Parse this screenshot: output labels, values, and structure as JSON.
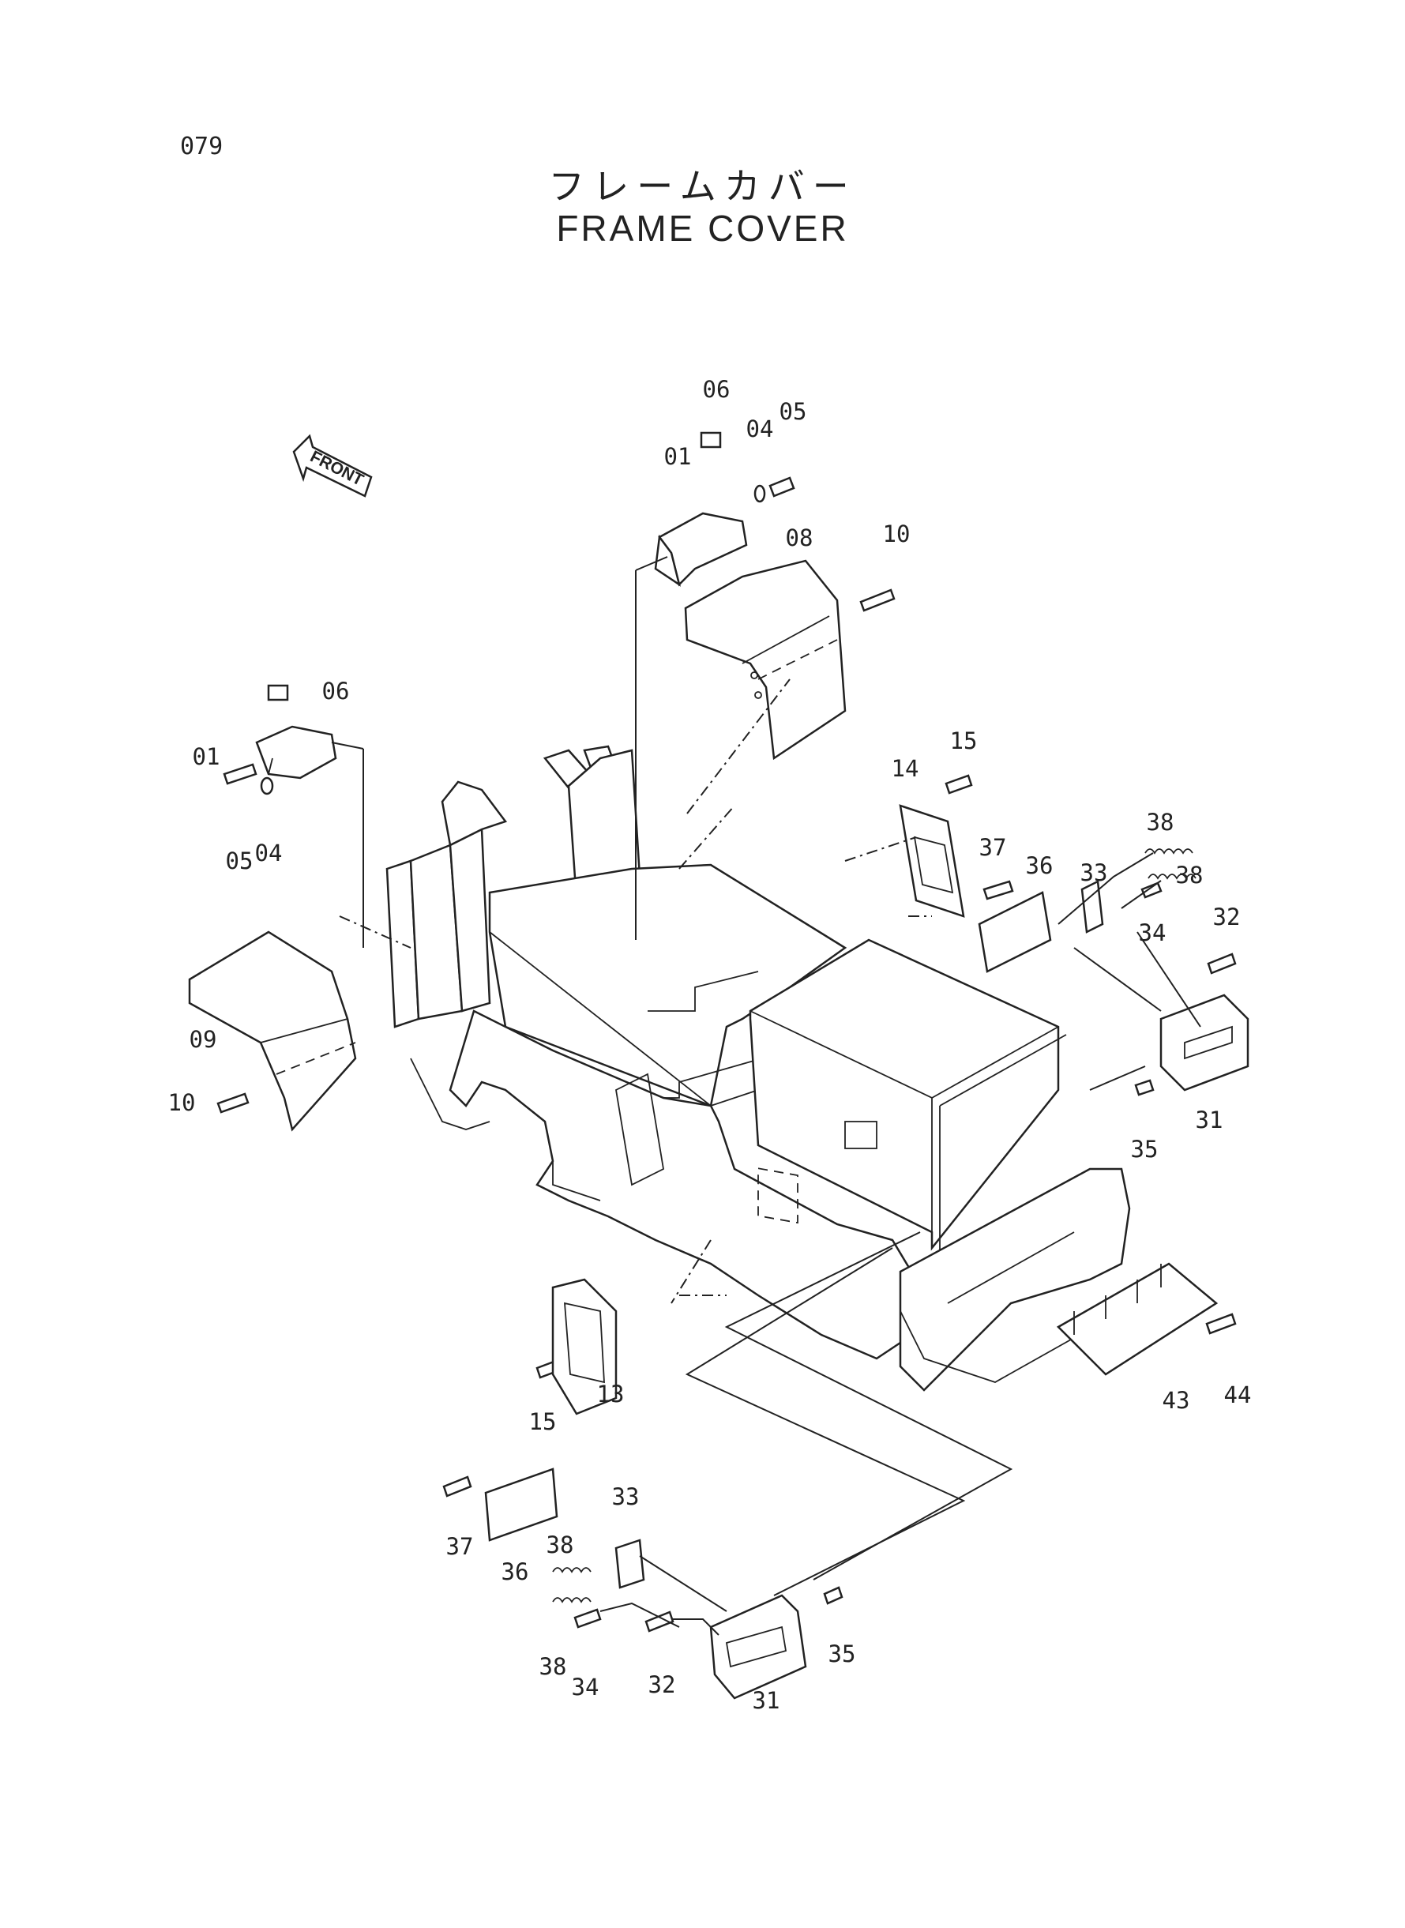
{
  "header": {
    "page_number": "079",
    "title_jp": "フレームカバー",
    "title_en": "FRAME COVER"
  },
  "front_marker": {
    "label": "FRONT"
  },
  "callouts": [
    {
      "id": "c-06-top",
      "label": "06"
    },
    {
      "id": "c-04-top",
      "label": "04"
    },
    {
      "id": "c-05-top",
      "label": "05"
    },
    {
      "id": "c-01-top",
      "label": "01"
    },
    {
      "id": "c-08",
      "label": "08"
    },
    {
      "id": "c-10-top",
      "label": "10"
    },
    {
      "id": "c-06-left",
      "label": "06"
    },
    {
      "id": "c-01-left",
      "label": "01"
    },
    {
      "id": "c-05-left",
      "label": "05"
    },
    {
      "id": "c-04-left",
      "label": "04"
    },
    {
      "id": "c-09",
      "label": "09"
    },
    {
      "id": "c-10-left",
      "label": "10"
    },
    {
      "id": "c-15-top",
      "label": "15"
    },
    {
      "id": "c-14",
      "label": "14"
    },
    {
      "id": "c-37-top",
      "label": "37"
    },
    {
      "id": "c-36-top",
      "label": "36"
    },
    {
      "id": "c-33-top",
      "label": "33"
    },
    {
      "id": "c-38-top-a",
      "label": "38"
    },
    {
      "id": "c-38-top-b",
      "label": "38"
    },
    {
      "id": "c-34-top",
      "label": "34"
    },
    {
      "id": "c-32-top",
      "label": "32"
    },
    {
      "id": "c-35-top",
      "label": "35"
    },
    {
      "id": "c-31-top",
      "label": "31"
    },
    {
      "id": "c-13",
      "label": "13"
    },
    {
      "id": "c-15-bottom",
      "label": "15"
    },
    {
      "id": "c-43",
      "label": "43"
    },
    {
      "id": "c-44",
      "label": "44"
    },
    {
      "id": "c-37-bottom",
      "label": "37"
    },
    {
      "id": "c-36-bottom",
      "label": "36"
    },
    {
      "id": "c-33-bottom",
      "label": "33"
    },
    {
      "id": "c-38-bottom-a",
      "label": "38"
    },
    {
      "id": "c-38-bottom-b",
      "label": "38"
    },
    {
      "id": "c-34-bottom",
      "label": "34"
    },
    {
      "id": "c-32-bottom",
      "label": "32"
    },
    {
      "id": "c-31-bottom",
      "label": "31"
    },
    {
      "id": "c-35-bottom",
      "label": "35"
    }
  ]
}
